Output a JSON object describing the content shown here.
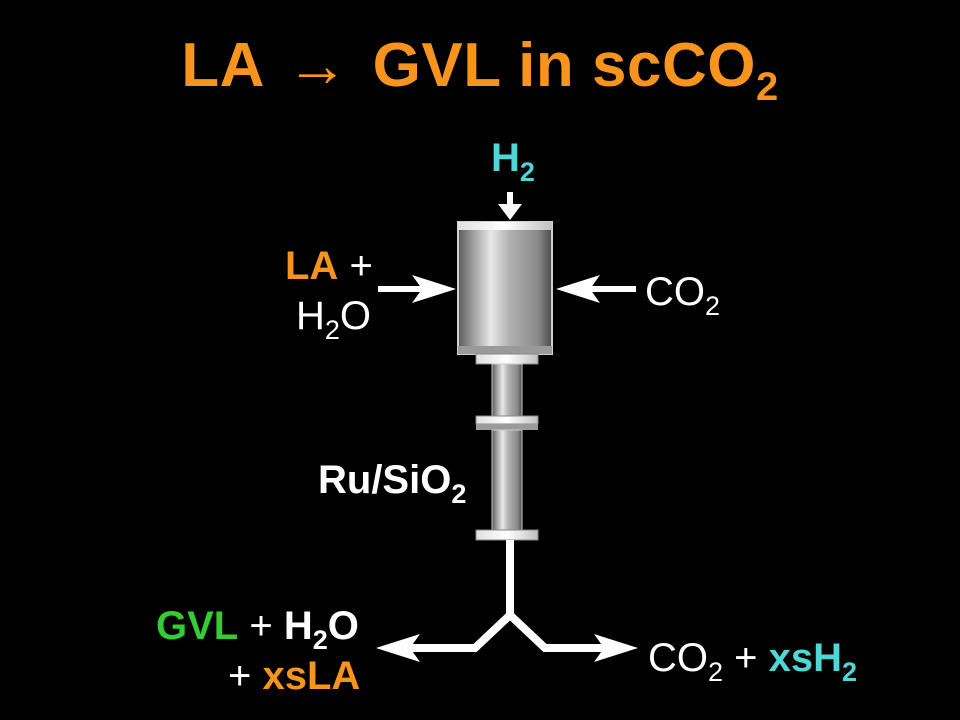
{
  "title": {
    "reactant": "LA",
    "arrow": "→",
    "product": "GVL in scCO",
    "sub": "2"
  },
  "inputs": {
    "top": {
      "main": "H",
      "sub": "2"
    },
    "left": {
      "line1_species": "LA",
      "line1_plus": " +",
      "line2_a": "H",
      "line2_sub": "2",
      "line2_b": "O"
    },
    "right": {
      "main": "CO",
      "sub": "2"
    }
  },
  "catalyst": {
    "main": "Ru/SiO",
    "sub": "2"
  },
  "outputs": {
    "left": {
      "species1": "GVL",
      "plus1": " + ",
      "species2_a": "H",
      "species2_sub": "2",
      "species2_b": "O",
      "plus2": "+ ",
      "species3": "xsLA"
    },
    "right": {
      "species1_a": "CO",
      "species1_sub": "2",
      "plus": " + ",
      "species2_a": "xsH",
      "species2_sub": "2"
    }
  },
  "colors": {
    "background": "#000000",
    "title": "#f7941d",
    "hydrogen": "#4fd6d6",
    "gvl": "#33cc33",
    "text": "#ffffff",
    "vessel": "#b8b8b8"
  }
}
